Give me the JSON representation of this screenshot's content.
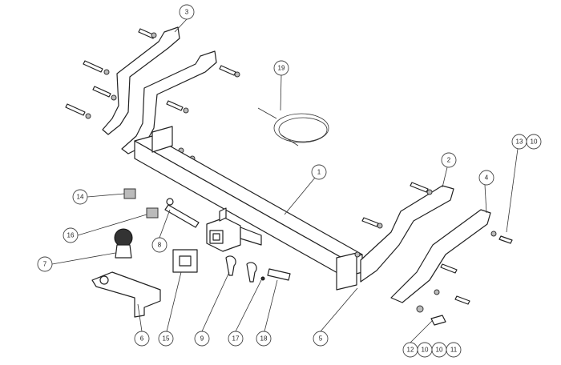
{
  "diagram": {
    "type": "exploded-parts-diagram",
    "callouts": [
      {
        "id": "c3",
        "label": "3"
      },
      {
        "id": "c19",
        "label": "19"
      },
      {
        "id": "c1",
        "label": "1"
      },
      {
        "id": "c2",
        "label": "2"
      },
      {
        "id": "c4",
        "label": "4"
      },
      {
        "id": "c13",
        "label": "13"
      },
      {
        "id": "c10a",
        "label": "10"
      },
      {
        "id": "c14",
        "label": "14"
      },
      {
        "id": "c16",
        "label": "16"
      },
      {
        "id": "c8",
        "label": "8"
      },
      {
        "id": "c7",
        "label": "7"
      },
      {
        "id": "c6",
        "label": "6"
      },
      {
        "id": "c15",
        "label": "15"
      },
      {
        "id": "c9",
        "label": "9"
      },
      {
        "id": "c17",
        "label": "17"
      },
      {
        "id": "c18",
        "label": "18"
      },
      {
        "id": "c5",
        "label": "5"
      },
      {
        "id": "c12",
        "label": "12"
      },
      {
        "id": "c10b",
        "label": "10"
      },
      {
        "id": "c10c",
        "label": "10"
      },
      {
        "id": "c11",
        "label": "11"
      }
    ]
  }
}
